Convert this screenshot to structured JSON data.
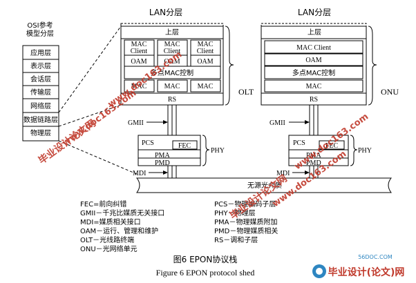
{
  "lan_layer_title": "LAN分层",
  "osi": {
    "title_line1": "OSI参考",
    "title_line2": "模型分层",
    "layers": [
      "应用层",
      "表示层",
      "会话层",
      "传输层",
      "网络层",
      "数据链路层",
      "物理层"
    ]
  },
  "olt": {
    "label": "OLT",
    "upper": "上层",
    "mac_client": "MAC\nClient",
    "oam": "OAM",
    "mpmc": "多点MAC控制",
    "mac": "MAC",
    "rs": "RS"
  },
  "onu": {
    "label": "ONU",
    "upper": "上层",
    "mac_client": "MAC Client",
    "oam": "OAM",
    "mpmc": "多点MAC控制",
    "mac": "MAC",
    "rs": "RS"
  },
  "phy": {
    "pcs": "PCS",
    "fec": "FEC",
    "pma": "PMA",
    "pmd": "PMD",
    "label": "PHY",
    "gmii": "GMII",
    "mdi": "MDI"
  },
  "medium": "无源光介质",
  "legend_left": [
    "FEC=前向纠错",
    "GMII－千兆比媒质无关接口",
    "MDI=媒质相关接口",
    "OAM－运行、管理和维护",
    "OLT－光线路终端",
    "ONU－光网络单元"
  ],
  "legend_right": [
    "PCS－物理编码子层",
    "PHY－物理层",
    "PMA－物理媒质附加",
    "PMD－物理媒质相关",
    "RS－调和子层"
  ],
  "caption_cn": "图6  EPON协议栈",
  "caption_en": "Figure 6 EPON protocol shed",
  "watermark_text": "毕业设计论文网",
  "watermark_url": "www.doc163.com",
  "footer_logo_small": "56DOC.COM",
  "footer_logo": "毕业设计(论文)网"
}
